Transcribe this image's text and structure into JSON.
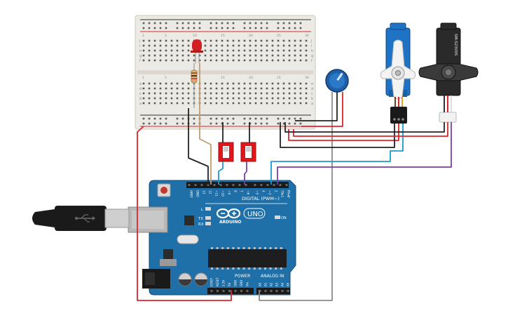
{
  "arduino": {
    "board_name": "UNO",
    "brand": "ARDUINO",
    "digital_header_label": "DIGITAL (PWM~)",
    "power_label": "POWER",
    "analog_label": "ANALOG IN",
    "led_l": "L",
    "led_tx": "TX",
    "led_rx": "RX",
    "on_label": "ON",
    "digital_pins": [
      "AREF",
      "GND",
      "13",
      "12",
      "~11",
      "~10",
      "~9",
      "8",
      "7",
      "~6",
      "~5",
      "4",
      "~3",
      "2",
      "TX▸1",
      "RX◂0"
    ],
    "power_pins": [
      "IOREF",
      "RESET",
      "3.3V",
      "5V",
      "GND",
      "GND",
      "Vin"
    ],
    "analog_pins": [
      "A0",
      "A1",
      "A2",
      "A3",
      "A4",
      "A5"
    ]
  },
  "breadboard": {
    "row_letters_top": [
      "j",
      "i",
      "h",
      "g",
      "f"
    ],
    "row_letters_bottom": [
      "e",
      "d",
      "c",
      "b",
      "a"
    ],
    "column_numbers": [
      "1",
      "5",
      "10",
      "15",
      "20",
      "25",
      "30"
    ]
  },
  "servo_black": {
    "model": "SM-S2309S"
  },
  "colors": {
    "board": "#1f6fa8",
    "wire_red": "#d9262a",
    "wire_black": "#222222",
    "wire_blue": "#1c9bd0",
    "wire_purple": "#7a3fa6",
    "wire_brown": "#c49a6c",
    "wire_gray": "#8a8a8a",
    "servo_blue": "#1f73c4",
    "switch_red": "#e0161c"
  }
}
